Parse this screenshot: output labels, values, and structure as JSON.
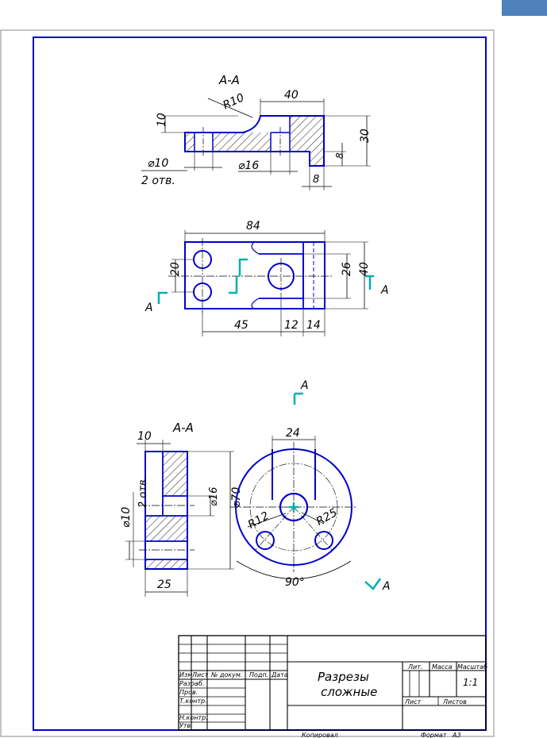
{
  "page": {
    "corner_tab_color": "#4f81bd"
  },
  "colors": {
    "outline": "#0000cc",
    "dim": "#000000",
    "cut_marker": "#00b0b0"
  },
  "view_top": {
    "section_label": "А-А",
    "radius_label": "R10",
    "dim_40": "40",
    "dim_10": "10",
    "dim_30": "30",
    "dim_8_vert": "8",
    "dim_8_horiz": "8",
    "hole_dia": "⌀10",
    "bore_dia": "⌀16",
    "holes_note": "2 отв."
  },
  "view_plan": {
    "dim_84": "84",
    "dim_20": "20",
    "dim_26": "26",
    "dim_40": "40",
    "dim_45": "45",
    "dim_12": "12",
    "dim_14": "14",
    "cut_left": "А",
    "cut_right": "А"
  },
  "cut_marker_mid": "А",
  "view_side": {
    "section_label": "А-А",
    "dim_10": "10",
    "dim_25": "25",
    "hole_dia": "⌀10",
    "holes_note": "2 отв.",
    "bore_dia": "⌀16",
    "outer_dia": "⌀70"
  },
  "view_front": {
    "dim_24": "24",
    "radius_12": "R12",
    "radius_25": "R25",
    "angle": "90°",
    "cut_label": "А"
  },
  "title_block": {
    "col_izm": "Изм",
    "col_list": "Лист",
    "col_doc": "№ докум.",
    "col_sign": "Подп.",
    "col_date": "Дата",
    "row_razrab": "Разраб.",
    "row_prov": "Пров.",
    "row_tkontr": "Т.контр.",
    "row_nkontr": "Н.контр.",
    "row_utv": "Утв.",
    "title_line1": "Разрезы",
    "title_line2": "сложные",
    "lit": "Лит.",
    "massa": "Масса",
    "masshtab": "Масштаб",
    "scale_value": "1:1",
    "sheet": "Лист",
    "sheets": "Листов",
    "copied": "Копировал",
    "format": "Формат",
    "format_value": "А3"
  }
}
